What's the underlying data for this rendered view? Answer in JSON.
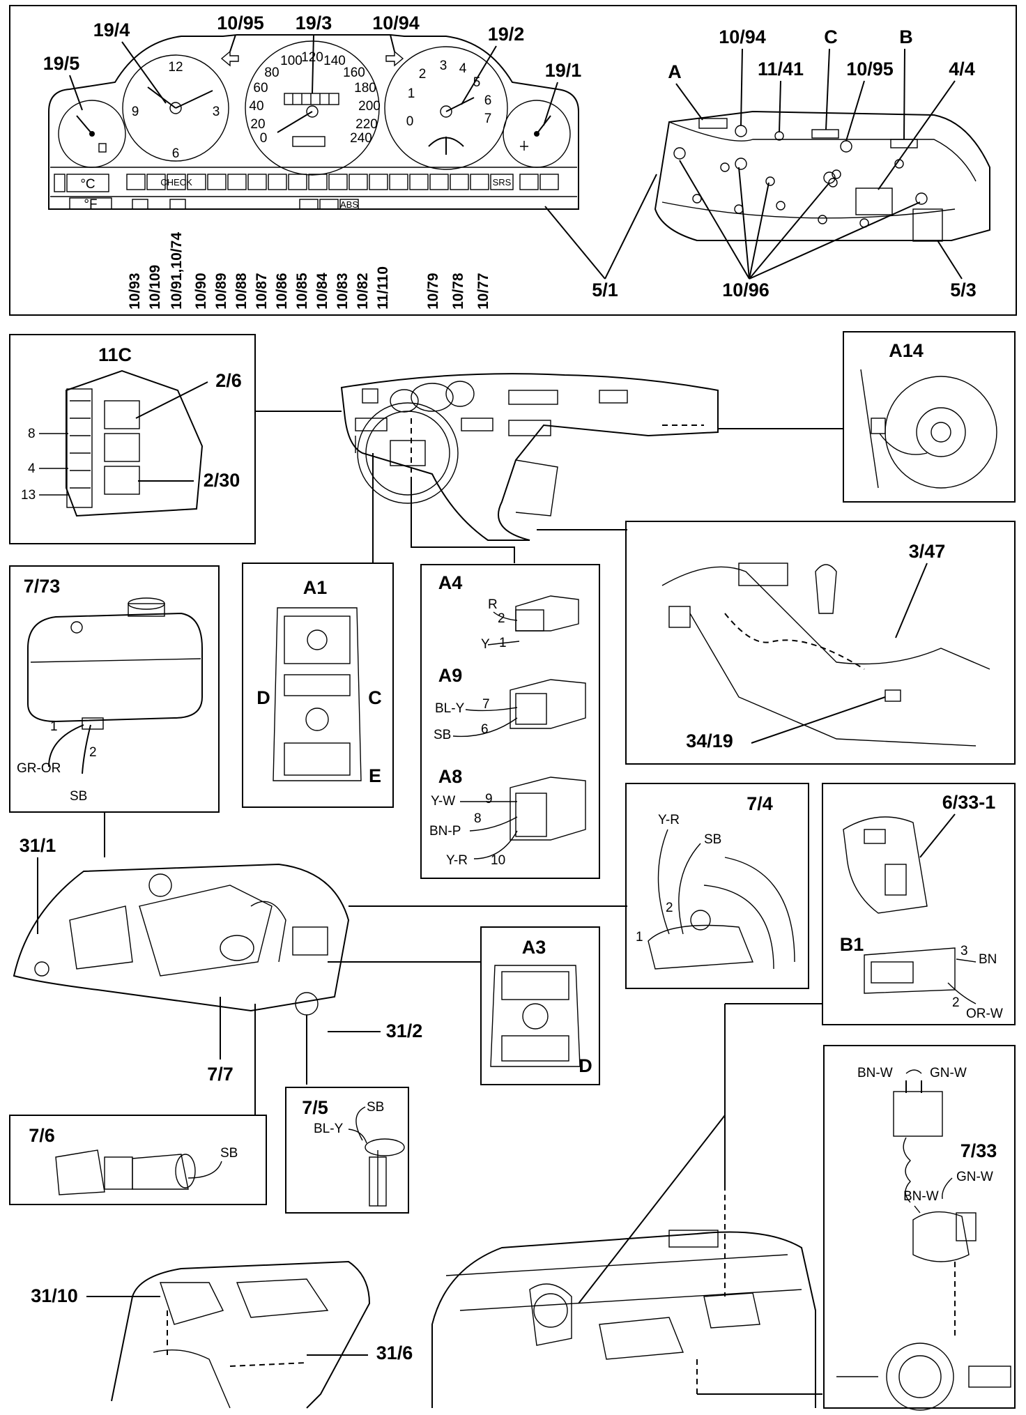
{
  "instrument_panel": {
    "top_labels": [
      "19/5",
      "19/4",
      "10/95",
      "19/3",
      "10/94",
      "19/2",
      "19/1"
    ],
    "speedo_ticks": [
      "0",
      "20",
      "40",
      "60",
      "80",
      "100",
      "120",
      "140",
      "160",
      "180",
      "200",
      "220",
      "240"
    ],
    "tacho_ticks": [
      "0",
      "1",
      "2",
      "3",
      "4",
      "5",
      "6",
      "7"
    ],
    "clock_ticks": [
      "12",
      "3",
      "6",
      "9"
    ],
    "temp_units": [
      "°C",
      "°F"
    ],
    "warning_texts": [
      "CHECK",
      "ABS",
      "SRS"
    ],
    "bottom_labels": [
      "10/93",
      "10/109",
      "10/91,10/74",
      "10/90",
      "10/89",
      "10/88",
      "10/87",
      "10/86",
      "10/85",
      "10/84",
      "10/83",
      "10/82",
      "11/110",
      "10/79",
      "10/78",
      "10/77"
    ],
    "rear_labels": [
      "A",
      "10/94",
      "11/41",
      "C",
      "10/95",
      "B",
      "4/4"
    ],
    "bottom_right_labels": [
      "5/1",
      "10/96",
      "5/3"
    ]
  },
  "panels": {
    "fuse_box": {
      "title": "11C",
      "callouts": [
        "2/6",
        "2/30"
      ],
      "numbers": [
        "8",
        "4",
        "13"
      ]
    },
    "a14": {
      "title": "A14"
    },
    "reservoir": {
      "title": "7/73",
      "pins": [
        "1",
        "2"
      ],
      "wires": [
        "GR-OR",
        "SB"
      ]
    },
    "a1": {
      "title": "A1",
      "sides": [
        "D",
        "C",
        "E"
      ]
    },
    "connectors": {
      "a4": {
        "title": "A4",
        "wires": [
          "R",
          "Y"
        ],
        "pins": [
          "2",
          "1"
        ]
      },
      "a9": {
        "title": "A9",
        "wires": [
          "BL-Y",
          "SB"
        ],
        "pins": [
          "7",
          "6"
        ]
      },
      "a8": {
        "title": "A8",
        "wires": [
          "Y-W",
          "BN-P",
          "Y-R"
        ],
        "pins": [
          "9",
          "8",
          "10"
        ]
      }
    },
    "console": {
      "labels": [
        "3/47",
        "34/19"
      ]
    },
    "brake": {
      "title": "7/4",
      "wires": [
        "Y-R",
        "SB"
      ],
      "pins": [
        "2",
        "1"
      ]
    },
    "b1": {
      "title": "6/33-1",
      "subtitle": "B1",
      "pins": [
        "3",
        "2"
      ],
      "wires": [
        "BN",
        "OR-W"
      ]
    },
    "engine": {
      "labels": [
        "31/1",
        "31/2",
        "7/7"
      ]
    },
    "a3": {
      "title": "A3",
      "side": "D"
    },
    "oil_sender": {
      "title": "7/6",
      "wire": "SB"
    },
    "washer": {
      "title": "7/5",
      "wires": [
        "SB",
        "BL-Y"
      ]
    },
    "body": {
      "labels": [
        "31/10",
        "31/6"
      ]
    },
    "sensor": {
      "title": "7/33",
      "wires": [
        "BN-W",
        "GN-W",
        "GN-W",
        "BN-W"
      ]
    }
  }
}
